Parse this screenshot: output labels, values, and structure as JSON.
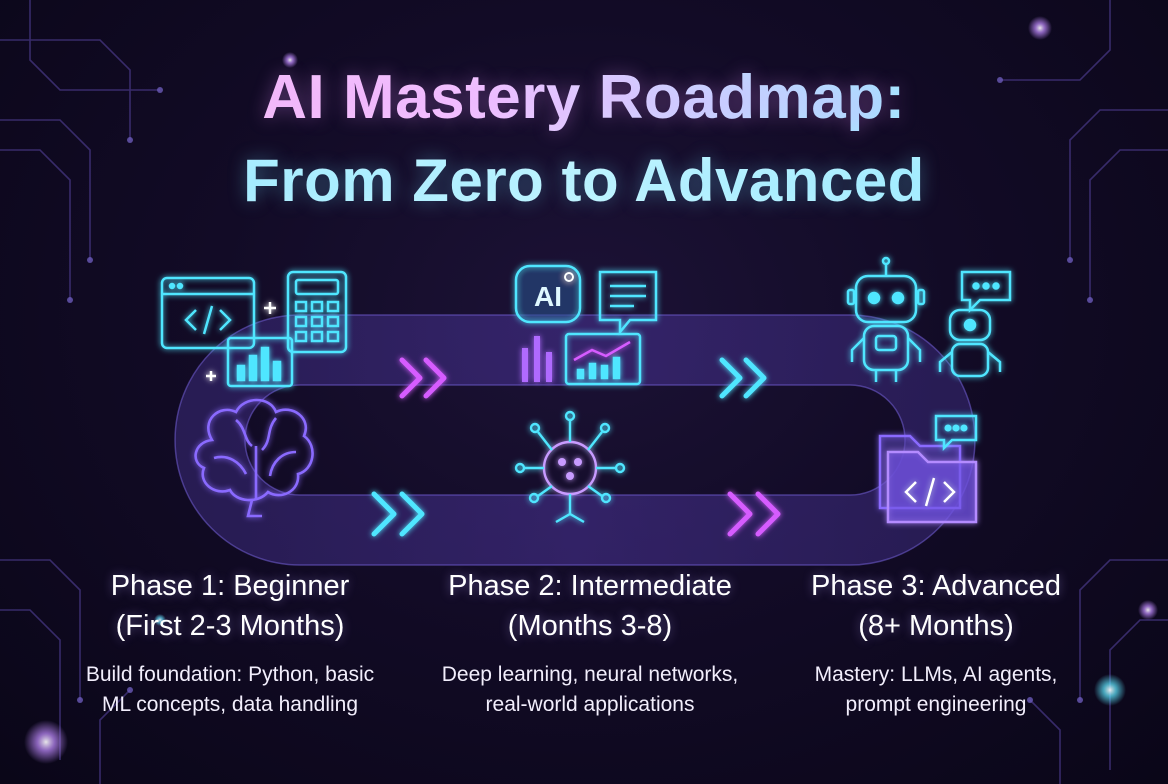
{
  "title": {
    "line1": "AI Mastery Roadmap:",
    "line2": "From Zero to Advanced"
  },
  "phases": [
    {
      "heading": "Phase 1: Beginner",
      "timeframe": "(First 2-3 Months)",
      "desc_line1": "Build foundation: Python, basic",
      "desc_line2": "ML concepts, data handling"
    },
    {
      "heading": "Phase 2: Intermediate",
      "timeframe": "(Months 3-8)",
      "desc_line1": "Deep learning, neural networks,",
      "desc_line2": "real-world applications"
    },
    {
      "heading": "Phase 3: Advanced",
      "timeframe": "(8+ Months)",
      "desc_line1": "Mastery: LLMs, AI agents,",
      "desc_line2": "prompt engineering"
    }
  ],
  "icons": {
    "ai_badge": "AI",
    "code_symbol": "</>",
    "plus_symbol": "+"
  },
  "colors": {
    "background": "#120b26",
    "cyan": "#4fe6ff",
    "magenta": "#d65cff",
    "violet": "#7b5cff"
  }
}
